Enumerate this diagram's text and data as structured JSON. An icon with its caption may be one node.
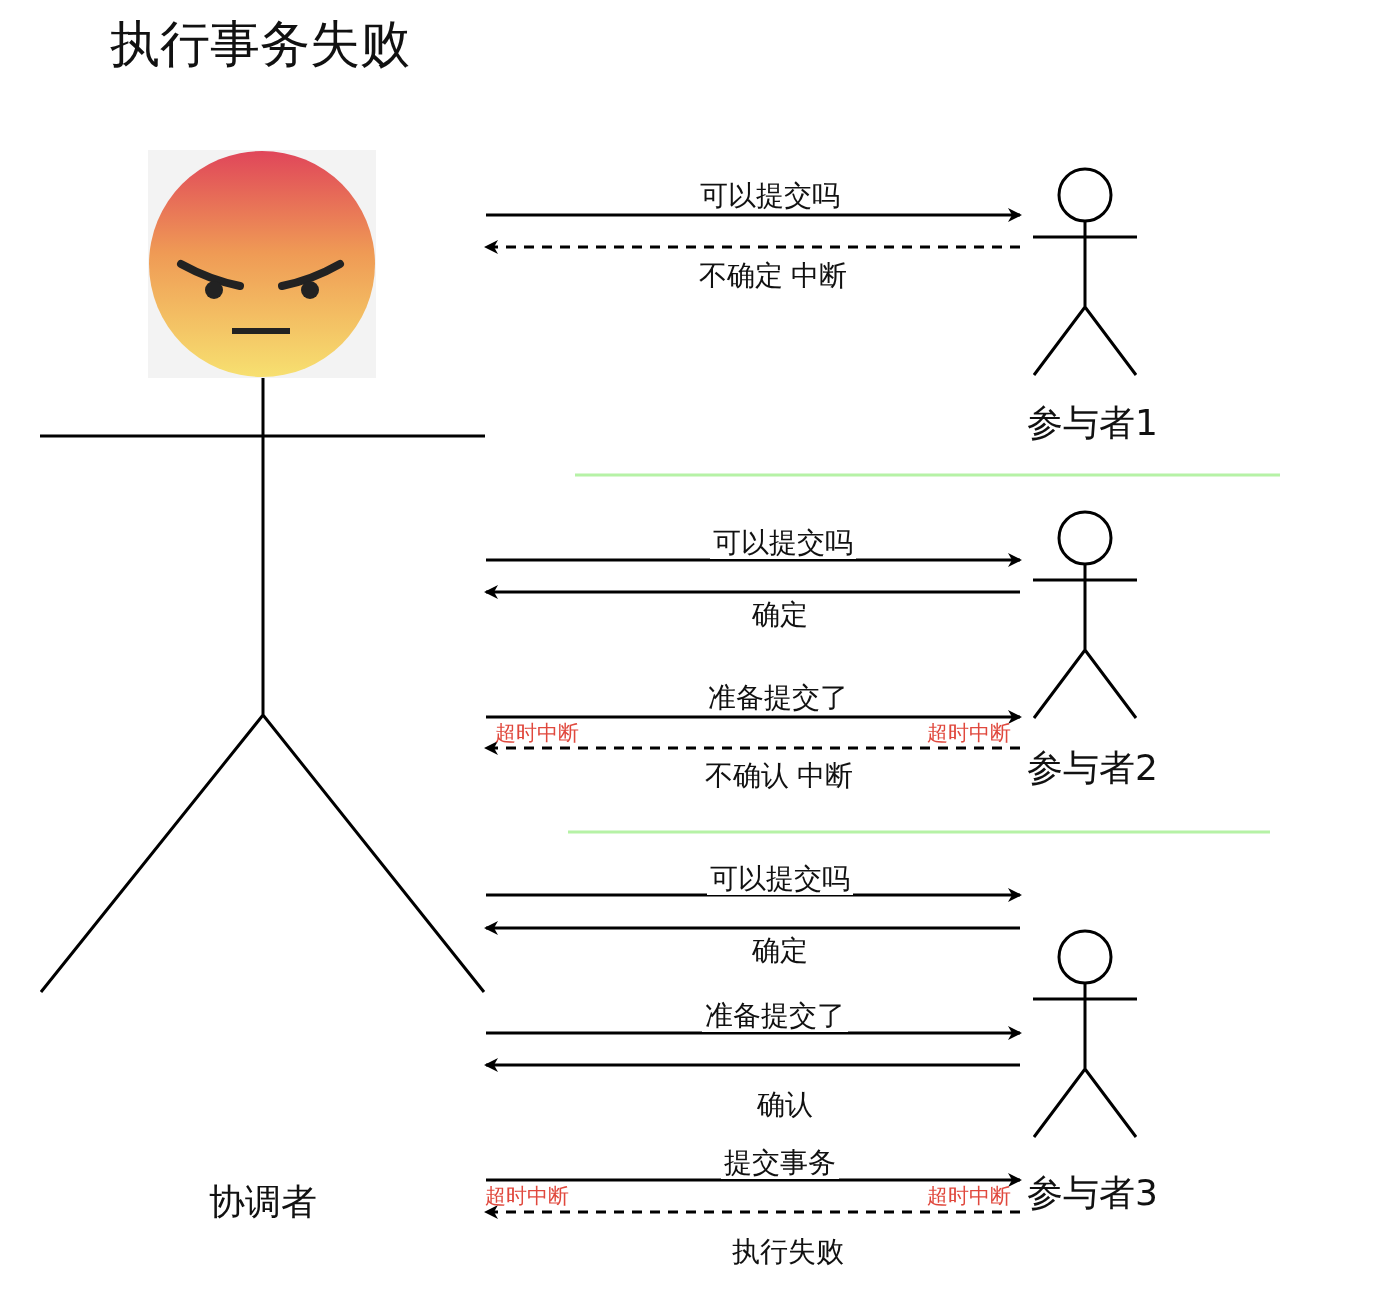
{
  "diagram": {
    "title": "执行事务失败",
    "nodes": [
      {
        "text": [
          "协调者"
        ]
      },
      {
        "text": [
          "参与者1"
        ]
      },
      {
        "text": [
          "参与者2"
        ]
      },
      {
        "text": [
          "参与者3"
        ]
      }
    ],
    "edges": [
      {
        "from": 0,
        "to": 1,
        "arrow": "to",
        "label": "可以提交吗"
      },
      {
        "from": 1,
        "to": 0,
        "arrow": "to",
        "label": "不确定 中断",
        "style": "dashed"
      },
      {
        "from": 0,
        "to": 2,
        "arrow": "to",
        "label": "可以提交吗"
      },
      {
        "from": 2,
        "to": 0,
        "arrow": "to",
        "label": "确定"
      },
      {
        "from": 0,
        "to": 2,
        "arrow": "to",
        "label": "准备提交了"
      },
      {
        "from": 2,
        "to": 0,
        "arrow": "to",
        "label": "不确认 中断",
        "style": "dashed"
      },
      {
        "from": 0,
        "to": 3,
        "arrow": "to",
        "label": "可以提交吗"
      },
      {
        "from": 3,
        "to": 0,
        "arrow": "to",
        "label": "确定"
      },
      {
        "from": 0,
        "to": 3,
        "arrow": "to",
        "label": "准备提交了"
      },
      {
        "from": 3,
        "to": 0,
        "arrow": "to",
        "label": "确认"
      },
      {
        "from": 0,
        "to": 3,
        "arrow": "to",
        "label": "提交事务"
      },
      {
        "from": 3,
        "to": 0,
        "arrow": "to",
        "label": "执行失败",
        "style": "dashed"
      }
    ],
    "labels": [
      "超时中断",
      "超时中断",
      "超时中断",
      "超时中断"
    ]
  }
}
